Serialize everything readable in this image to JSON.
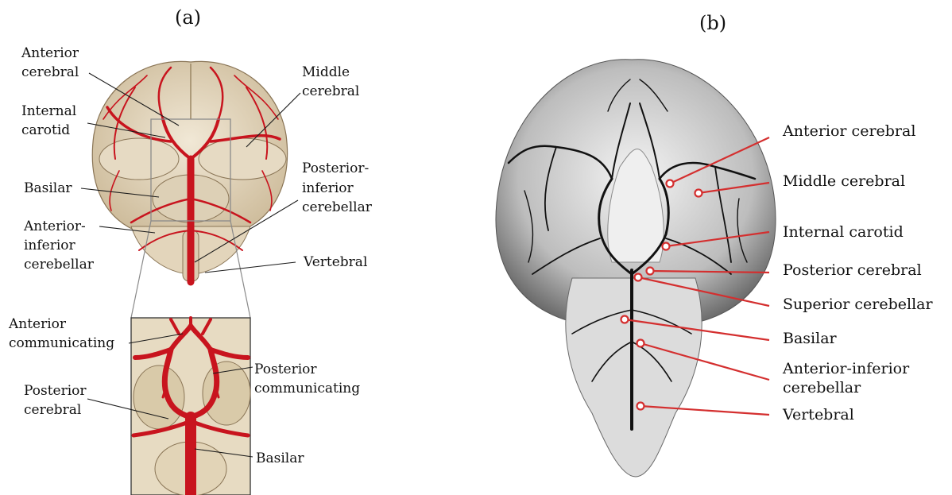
{
  "panels": {
    "a": {
      "title": "(a)",
      "labels": {
        "anterior_cerebral": [
          "Anterior",
          "cerebral"
        ],
        "internal_carotid": [
          "Internal",
          "carotid"
        ],
        "basilar": "Basilar",
        "anterior_inferior_cerebellar": [
          "Anterior-",
          "inferior",
          "cerebellar"
        ],
        "middle_cerebral": [
          "Middle",
          "cerebral"
        ],
        "posterior_inferior_cerebellar": [
          "Posterior-",
          "inferior",
          "cerebellar"
        ],
        "vertebral": "Vertebral"
      },
      "inset_labels": {
        "anterior_communicating": [
          "Anterior",
          "communicating"
        ],
        "posterior_cerebral": [
          "Posterior",
          "cerebral"
        ],
        "posterior_communicating": [
          "Posterior",
          "communicating"
        ],
        "basilar": "Basilar"
      }
    },
    "b": {
      "title": "(b)",
      "labels": {
        "anterior_cerebral": "Anterior cerebral",
        "middle_cerebral": "Middle cerebral",
        "internal_carotid": "Internal carotid",
        "posterior_cerebral": "Posterior cerebral",
        "superior_cerebellar": "Superior cerebellar",
        "basilar": "Basilar",
        "anterior_inferior_cerebellar": [
          "Anterior-inferior",
          "cerebellar"
        ],
        "vertebral": "Vertebral"
      }
    }
  },
  "colors": {
    "artery": "#c8141e",
    "tissue": "#e8dcc6",
    "leader_b": "#d42f2f"
  }
}
